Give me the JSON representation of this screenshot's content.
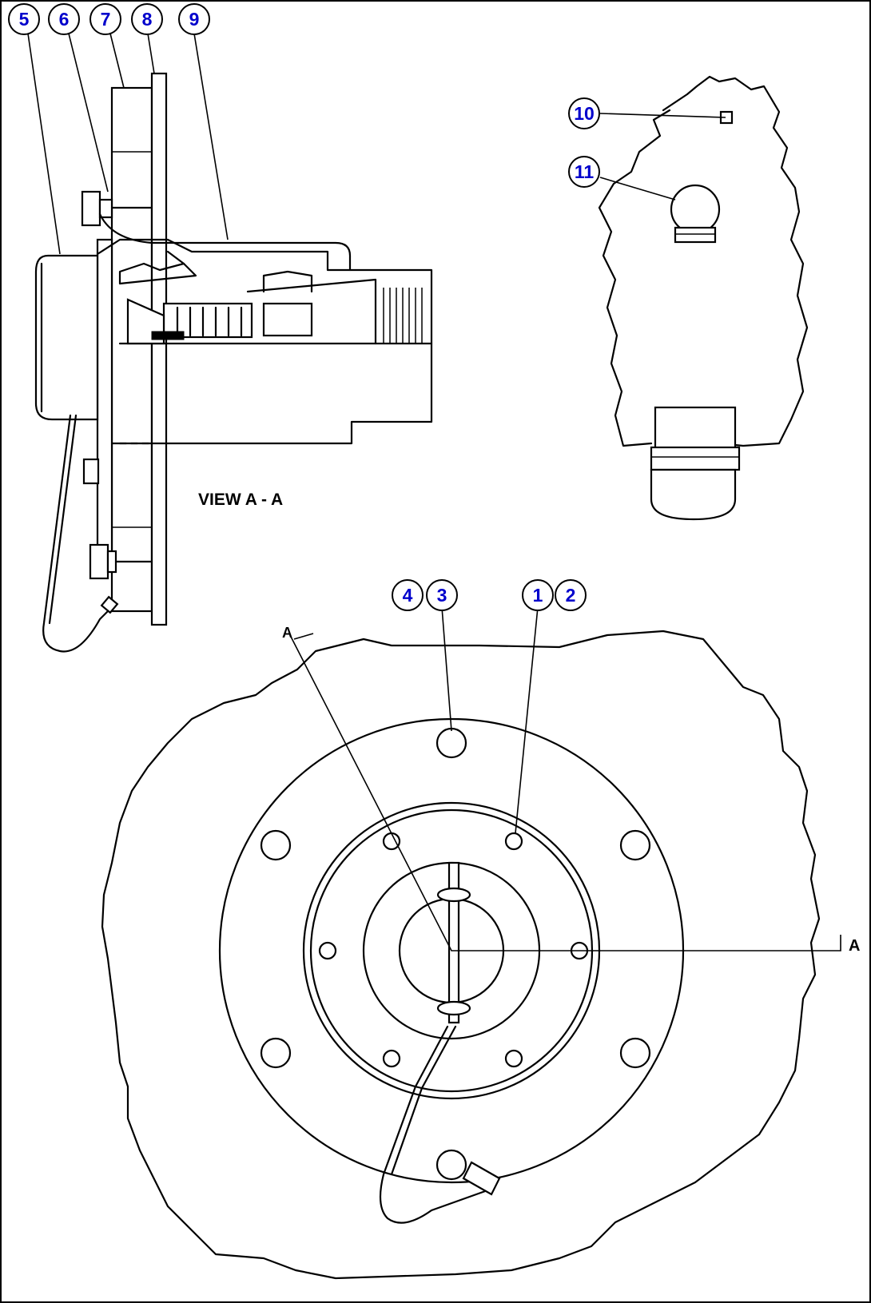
{
  "callouts": [
    {
      "id": "c5",
      "label": "5"
    },
    {
      "id": "c6",
      "label": "6"
    },
    {
      "id": "c7",
      "label": "7"
    },
    {
      "id": "c8",
      "label": "8"
    },
    {
      "id": "c9",
      "label": "9"
    },
    {
      "id": "c10",
      "label": "10"
    },
    {
      "id": "c11",
      "label": "11"
    },
    {
      "id": "c4",
      "label": "4"
    },
    {
      "id": "c3",
      "label": "3"
    },
    {
      "id": "c1",
      "label": "1"
    },
    {
      "id": "c2",
      "label": "2"
    }
  ],
  "labels": {
    "view_title": "VIEW A - A",
    "section_marker_left": "A",
    "section_marker_right": "A"
  },
  "colors": {
    "callout_text": "#0000cc",
    "line": "#000000",
    "background": "#ffffff"
  }
}
